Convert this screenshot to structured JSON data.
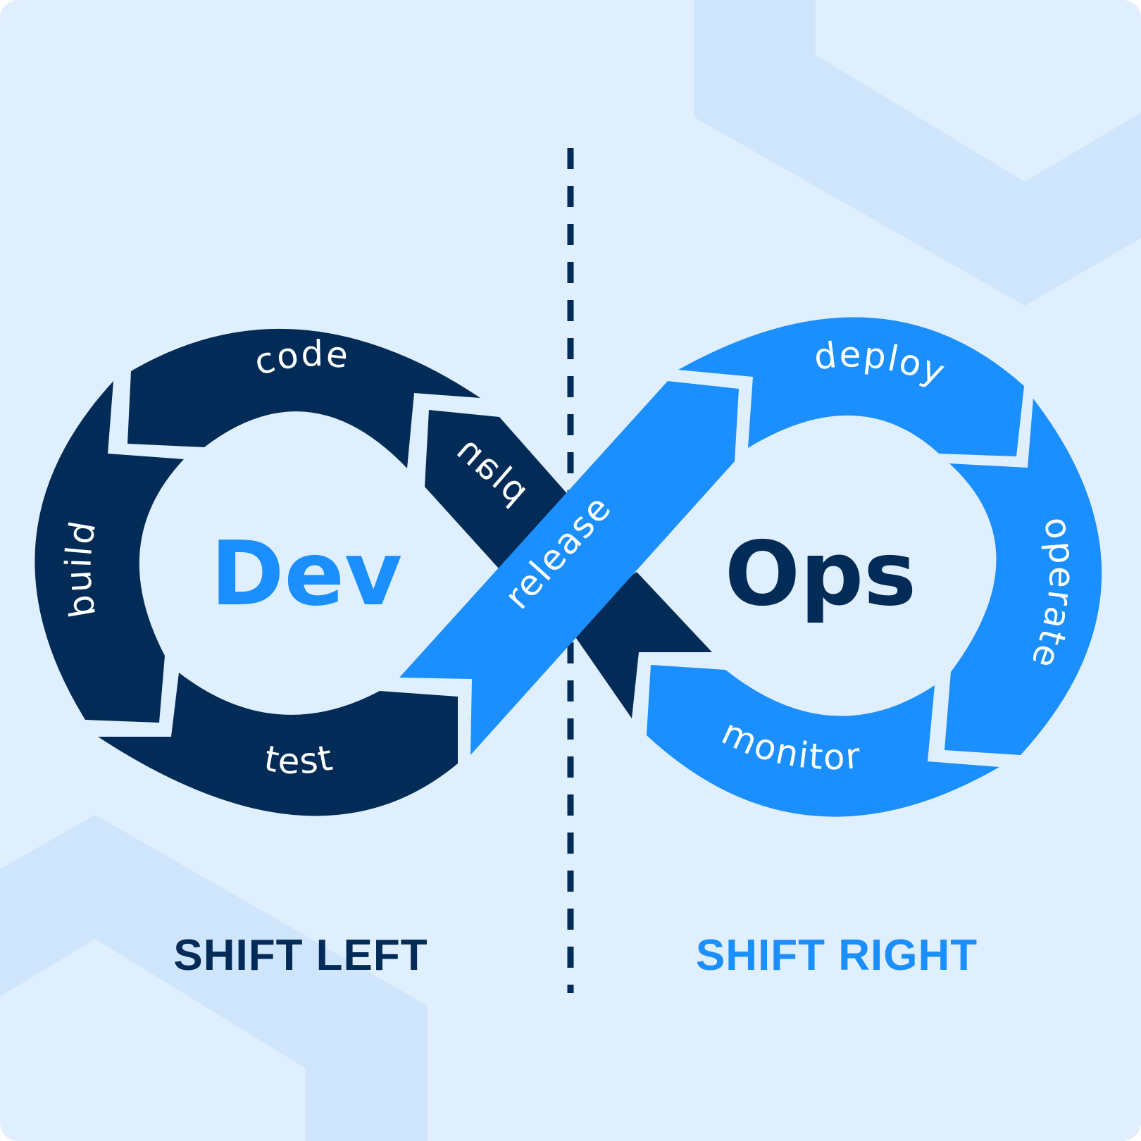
{
  "colors": {
    "background": "#e0effd",
    "background_shape": "#cfe5fb",
    "dev_navy": "#022c57",
    "ops_blue": "#1a8ffd",
    "label_white": "#ffffff",
    "divider": "#022c57"
  },
  "dev": {
    "title": "Dev",
    "stages": {
      "plan": "plan",
      "code": "code",
      "build": "build",
      "test": "test"
    }
  },
  "transition": {
    "release": "release"
  },
  "ops": {
    "title": "Ops",
    "stages": {
      "deploy": "deploy",
      "operate": "operate",
      "monitor": "monitor"
    }
  },
  "footer": {
    "shift_left": "SHIFT LEFT",
    "shift_right": "SHIFT RIGHT"
  }
}
